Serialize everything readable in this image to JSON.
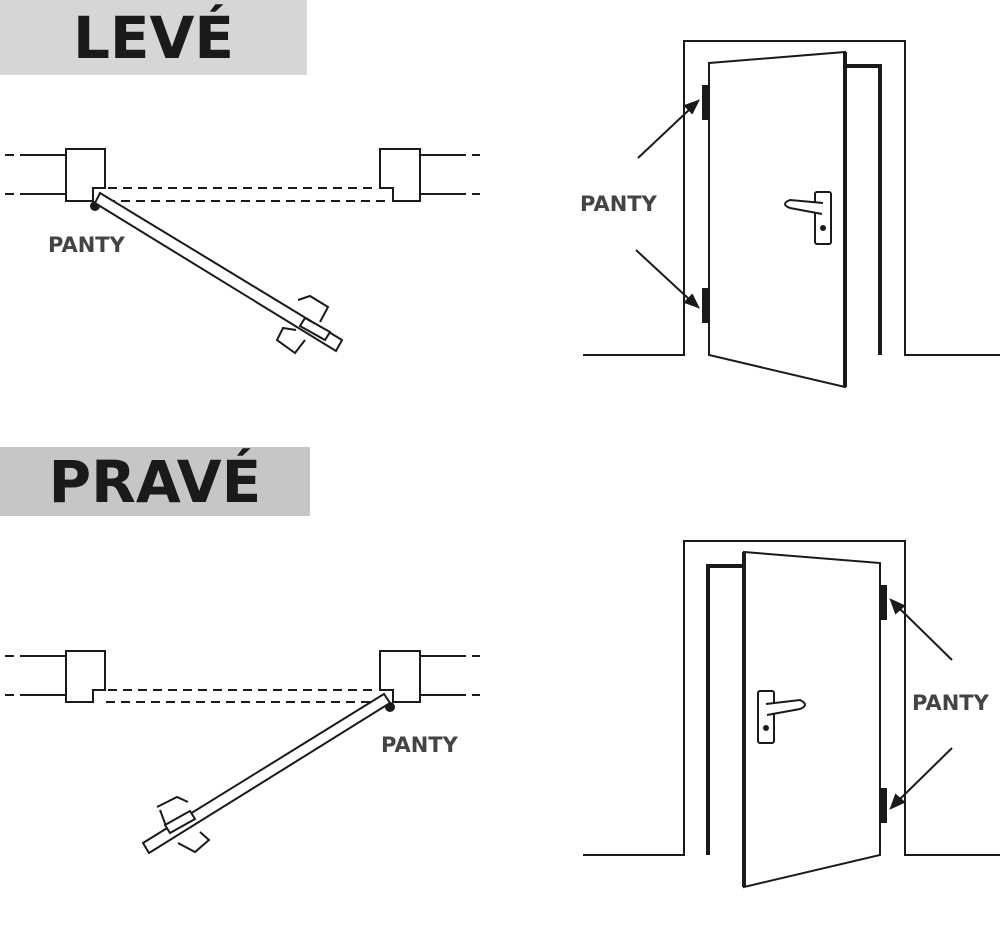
{
  "sections": [
    {
      "title": "LEVÉ",
      "plan_label": "PANTY",
      "door_label": "PANTY"
    },
    {
      "title": "PRAVÉ",
      "plan_label": "PANTY",
      "door_label": "PANTY"
    }
  ],
  "colors": {
    "line": "#1a1a1a",
    "banner_top": "#d6d6d6",
    "banner_bottom": "#c6c6c6",
    "label": "#444444"
  }
}
